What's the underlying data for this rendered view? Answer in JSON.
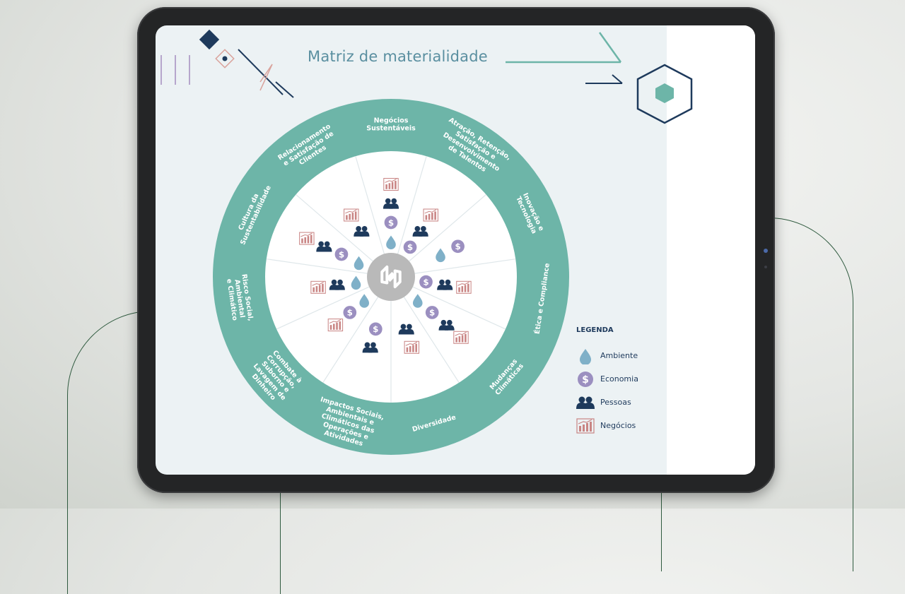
{
  "title": "Matriz de materialidade",
  "segments": [
    {
      "label": [
        "Negócios",
        "Sustentáveis"
      ]
    },
    {
      "label": [
        "Atração, Retenção,",
        "Satisfação e",
        "Desenvolvimento",
        "de Talentos"
      ]
    },
    {
      "label": [
        "Inovação e",
        "Tecnologia"
      ]
    },
    {
      "label": [
        "Ética e Compliance"
      ]
    },
    {
      "label": [
        "Mudanças",
        "Climáticas"
      ]
    },
    {
      "label": [
        "Diversidade"
      ]
    },
    {
      "label": [
        "Impactos Sociais,",
        "Ambientais e",
        "Climáticos das",
        "Operações e",
        "Atividades"
      ]
    },
    {
      "label": [
        "Combate à",
        "Corrupção,",
        "Suborno e",
        "Lavagem de",
        "Dinheiro"
      ]
    },
    {
      "label": [
        "Risco Social,",
        "Ambiental",
        "e Climático"
      ]
    },
    {
      "label": [
        "Cultura da",
        "Sustentabilidade"
      ]
    },
    {
      "label": [
        "Relacionamento",
        "e Satisfação de",
        "Clientes"
      ]
    }
  ],
  "legend": {
    "title": "LEGENDA",
    "items": [
      {
        "icon": "drop-icon",
        "label": "Ambiente"
      },
      {
        "icon": "dollar-icon",
        "label": "Economia"
      },
      {
        "icon": "people-icon",
        "label": "Pessoas"
      },
      {
        "icon": "chart-icon",
        "label": "Negócios"
      }
    ]
  },
  "colors": {
    "ring": "#6db5a8",
    "navy": "#1e3a5c",
    "economia": "#9b8fc0",
    "ambiente": "#7fb0c8",
    "negocios": "#c98584",
    "center": "#b9b9b9"
  }
}
